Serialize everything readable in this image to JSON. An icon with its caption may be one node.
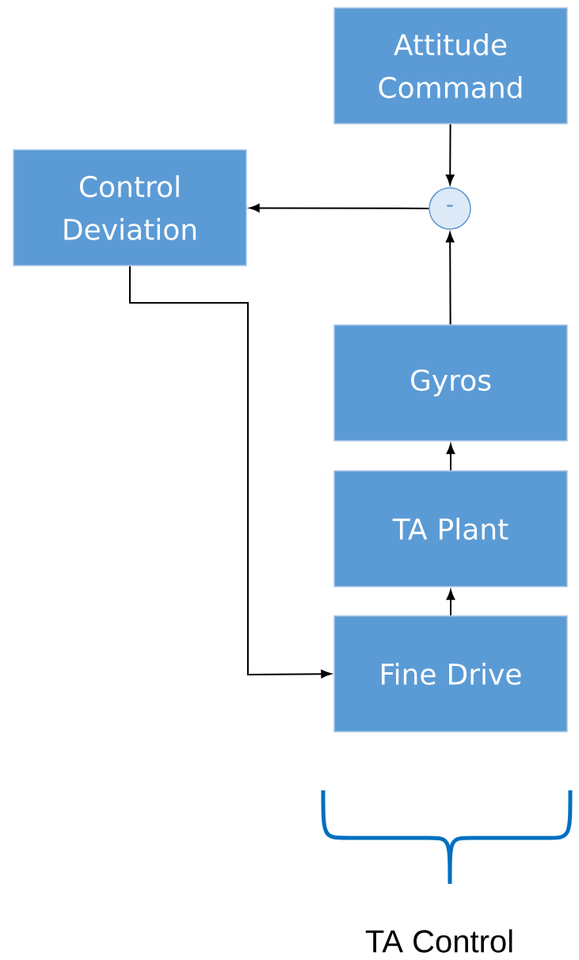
{
  "diagram": {
    "nodes": [
      {
        "text": [
          "Attitude Command"
        ]
      },
      {
        "text": [
          "Control Deviation"
        ]
      },
      {
        "text": [
          "-"
        ]
      },
      {
        "text": [
          "Gyros"
        ]
      },
      {
        "text": [
          "TA Plant"
        ]
      },
      {
        "text": [
          "Fine Drive"
        ]
      }
    ],
    "edges": [
      {
        "from": 0,
        "to": 2,
        "arrow": "to"
      },
      {
        "from": 2,
        "to": 1,
        "arrow": "to"
      },
      {
        "from": 3,
        "to": 2,
        "arrow": "to"
      },
      {
        "from": 4,
        "to": 3,
        "arrow": "to"
      },
      {
        "from": 5,
        "to": 4,
        "arrow": "to"
      },
      {
        "from": 1,
        "to": 5,
        "arrow": "to"
      }
    ],
    "labels": [
      "TA Control"
    ]
  }
}
